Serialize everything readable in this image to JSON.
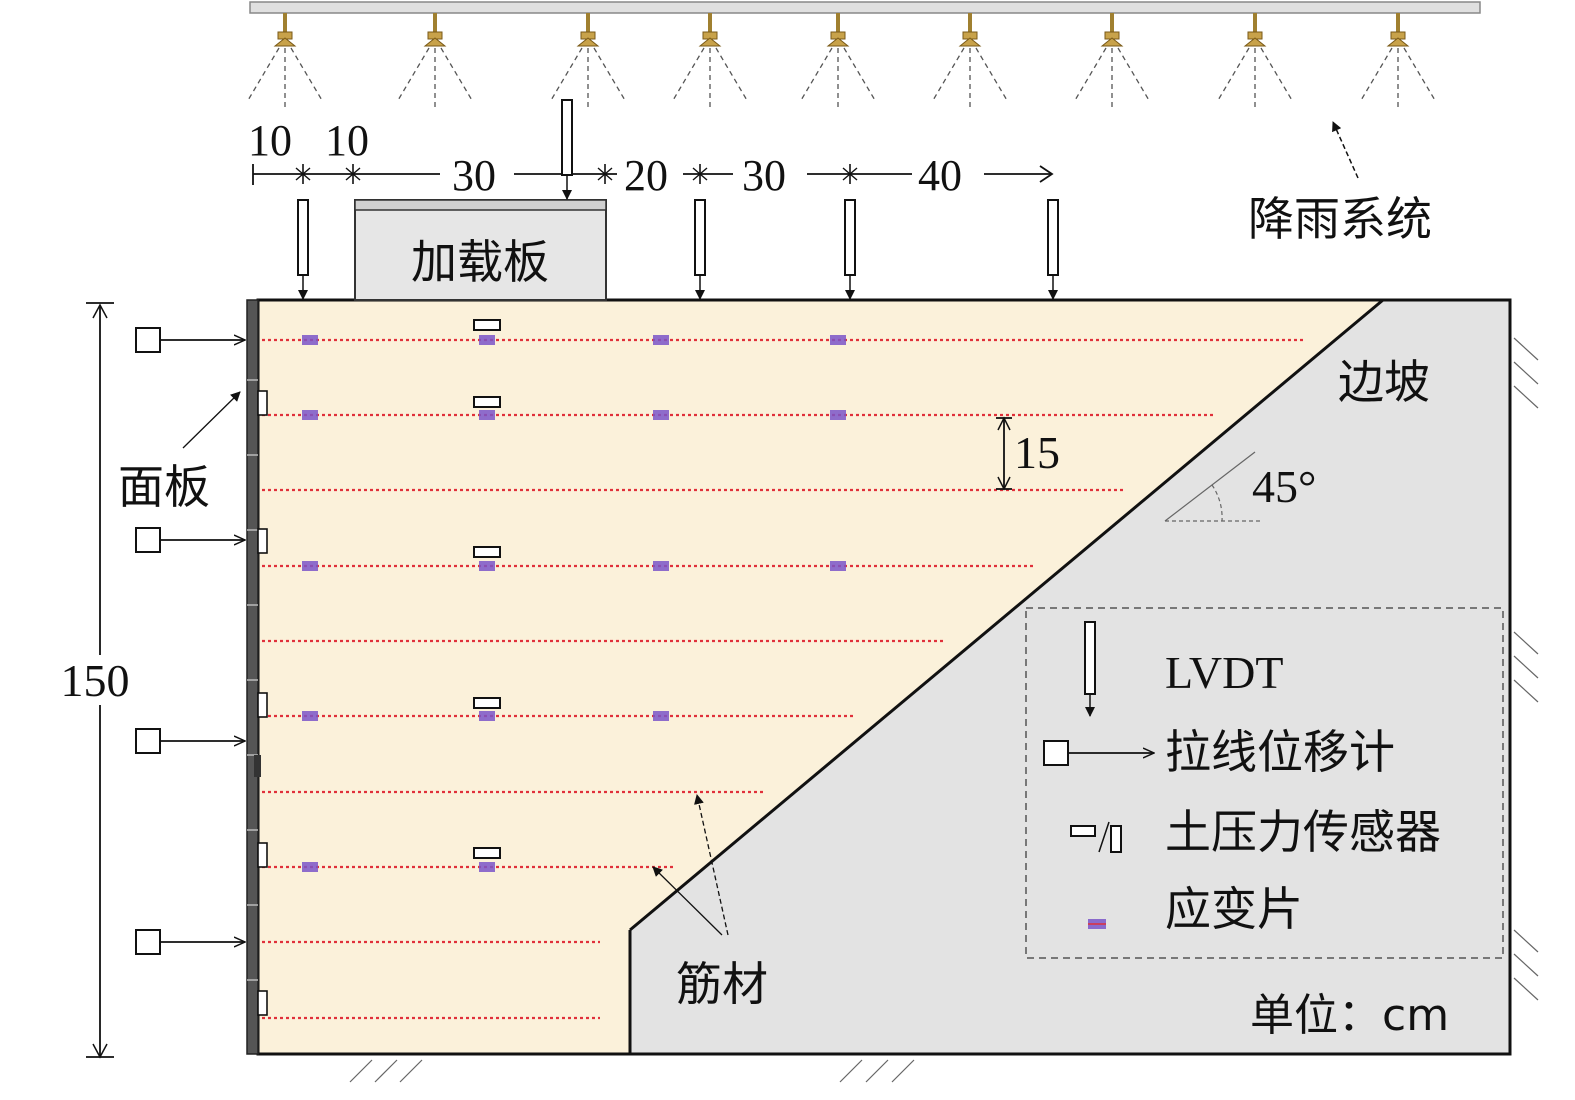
{
  "rain_system": {
    "label": "降雨系统"
  },
  "loading_plate": {
    "label": "加载板"
  },
  "facing_panel": {
    "label": "面板"
  },
  "slope": {
    "label": "边坡",
    "angle_label": "45°"
  },
  "reinforcement": {
    "label": "筋材"
  },
  "dimensions": {
    "top_spacings": [
      "10",
      "10",
      "30",
      "20",
      "30",
      "40"
    ],
    "layer_spacing": "15",
    "wall_height": "150"
  },
  "legend": {
    "lvdt": "LVDT",
    "draw_wire": "拉线位移计",
    "pressure_sensor": "土压力传感器",
    "strain_gauge": "应变片"
  },
  "unit_label": "单位：cm",
  "colors": {
    "backfill": "#fbf1da",
    "slope_fill": "#e3e3e3",
    "reinforcement_line": "#e0303a",
    "strain_gauge": "#7a55c8",
    "nozzle": "#c8a24a",
    "frame": "#111111"
  },
  "icons": {
    "nozzle": "sprinkler-nozzle-icon",
    "lvdt": "lvdt-icon",
    "draw_wire": "draw-wire-sensor-icon",
    "pressure": "earth-pressure-cell-icon",
    "strain": "strain-gauge-icon"
  }
}
